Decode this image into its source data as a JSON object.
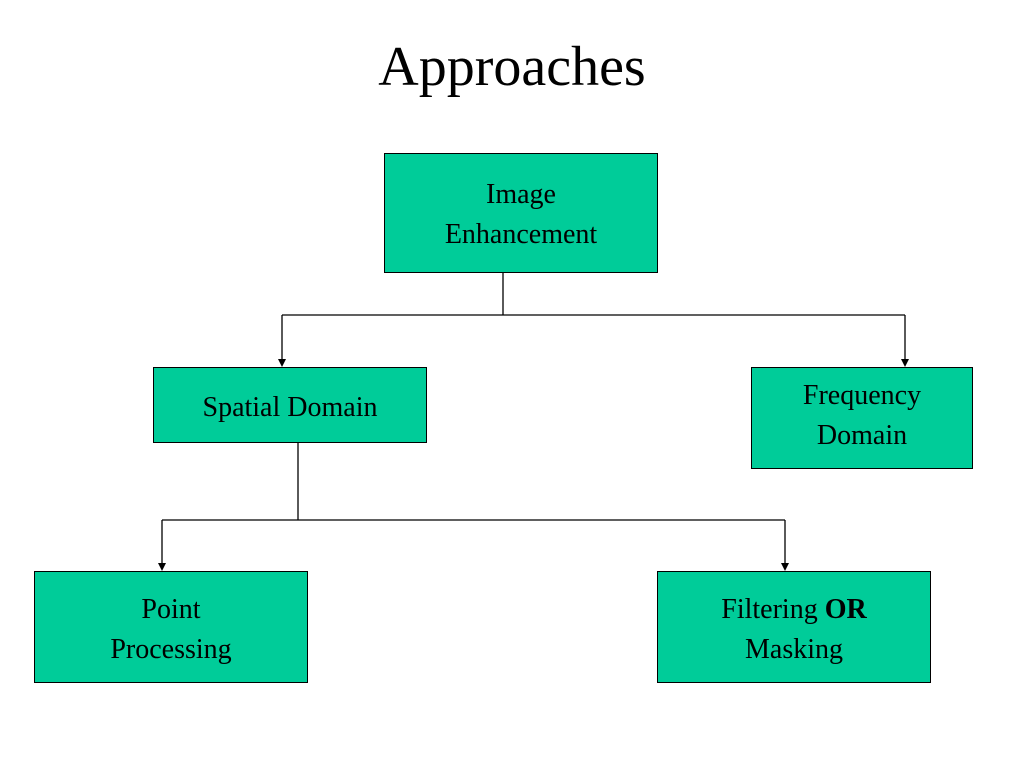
{
  "title": "Approaches",
  "colors": {
    "node_fill": "#00cc99",
    "node_border": "#000000",
    "connector": "#000000"
  },
  "nodes": {
    "root": {
      "line1": "Image",
      "line2": "Enhancement"
    },
    "spatial": {
      "line1": "Spatial Domain"
    },
    "freq": {
      "line1": "Frequency",
      "line2": "Domain"
    },
    "point": {
      "line1": "Point",
      "line2": "Processing"
    },
    "filter": {
      "line1_normal": "Filtering ",
      "line1_bold": "OR",
      "line2": "Masking"
    }
  },
  "edges": [
    {
      "from": "Image Enhancement",
      "to": "Spatial Domain"
    },
    {
      "from": "Image Enhancement",
      "to": "Frequency Domain"
    },
    {
      "from": "Spatial Domain",
      "to": "Point Processing"
    },
    {
      "from": "Spatial Domain",
      "to": "Filtering OR Masking"
    }
  ]
}
